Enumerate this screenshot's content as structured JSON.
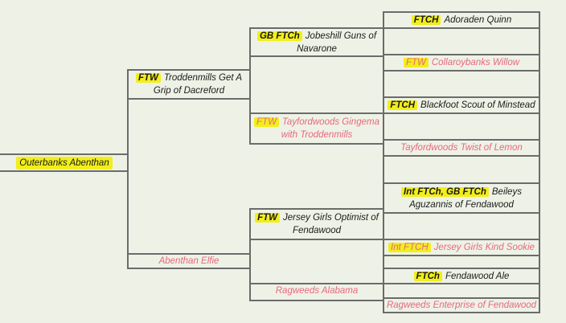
{
  "colors": {
    "background": "#eef2e6",
    "line": "#6b6b6b",
    "highlight": "#f2ee1c",
    "text_dark": "#1a1a1a",
    "text_pink": "#e8677d"
  },
  "pedigree": {
    "subject": {
      "name": "Outerbanks Abenthan"
    },
    "sire": {
      "title": "FTW",
      "name": "Troddenmills Get A Grip of Dacreford"
    },
    "dam": {
      "title": "",
      "name": "Abenthan Elfie"
    },
    "sire_sire": {
      "title": "GB FTCh",
      "name": "Jobeshill Guns of Navarone"
    },
    "sire_dam": {
      "title": "FTW",
      "name": "Tayfordwoods Gingema with Troddenmills"
    },
    "dam_sire": {
      "title": "FTW",
      "name": "Jersey Girls Optimist of Fendawood"
    },
    "dam_dam": {
      "title": "",
      "name": "Ragweeds Alabama"
    },
    "ss_sire": {
      "title": "FTCH",
      "name": "Adoraden Quinn"
    },
    "ss_dam": {
      "title": "FTW",
      "name": "Collaroybanks Willow"
    },
    "sd_sire": {
      "title": "FTCH",
      "name": "Blackfoot Scout of Minstead"
    },
    "sd_dam": {
      "title": "",
      "name": "Tayfordwoods Twist of Lemon"
    },
    "ds_sire": {
      "title": "Int FTCh, GB FTCh",
      "name": "Beileys Aguzannis of Fendawood"
    },
    "ds_dam": {
      "title": "Int FTCH",
      "name": "Jersey Girls Kind Sookie"
    },
    "dd_sire": {
      "title": "FTCh",
      "name": "Fendawood Ale"
    },
    "dd_dam": {
      "title": "",
      "name": "Ragweeds Enterprise of Fendawood"
    }
  }
}
